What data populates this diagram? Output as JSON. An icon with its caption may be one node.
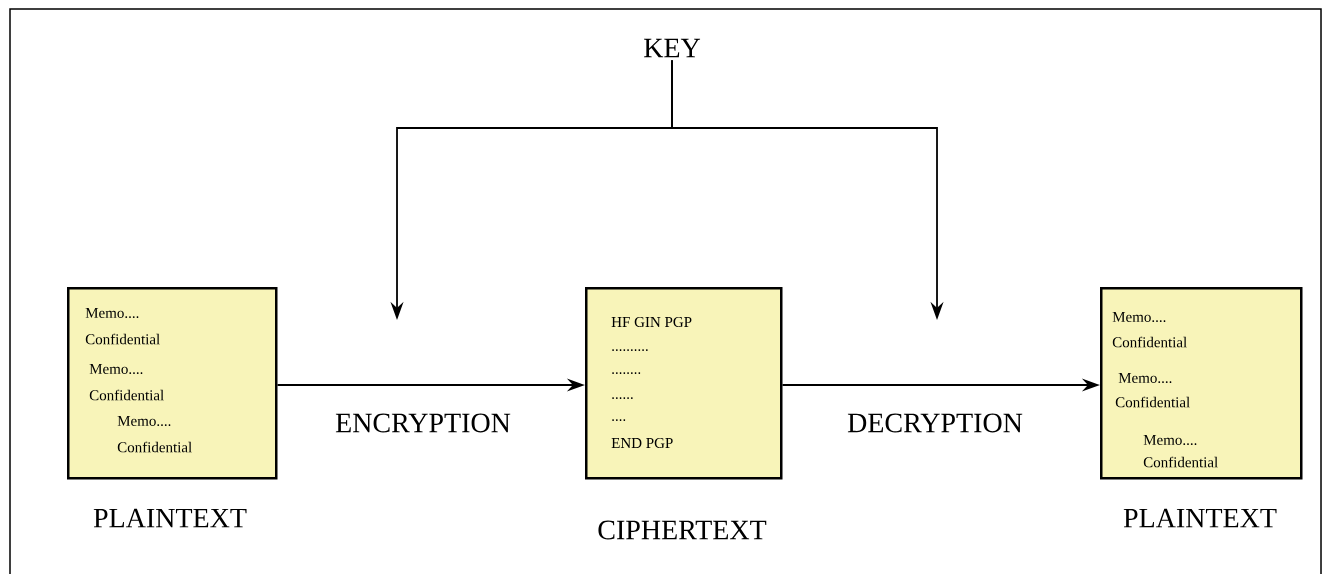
{
  "diagram": {
    "nodes": [
      {
        "text": [
          "KEY"
        ]
      },
      {
        "text": [
          "Memo....",
          "Confidential",
          "Memo....",
          "Confidential",
          "Memo....",
          "Confidential"
        ],
        "beside": [
          "PLAINTEXT"
        ]
      },
      {
        "text": [
          "HF GIN PGP",
          "..........",
          "........",
          "......",
          "....",
          "END PGP"
        ],
        "beside": [
          "CIPHERTEXT"
        ]
      },
      {
        "text": [
          "Memo....",
          "Confidential",
          "Memo....",
          "Confidential",
          "Memo....",
          "Confidential"
        ],
        "beside": [
          "PLAINTEXT"
        ]
      }
    ],
    "edges": [
      {
        "from": 1,
        "to": 2,
        "arrow": "to",
        "label": "ENCRYPTION"
      },
      {
        "from": 2,
        "to": 3,
        "arrow": "to",
        "label": "DECRYPTION"
      },
      {
        "from": 0,
        "to": null,
        "arrow": "to"
      },
      {
        "from": 0,
        "to": null,
        "arrow": "to"
      }
    ]
  }
}
